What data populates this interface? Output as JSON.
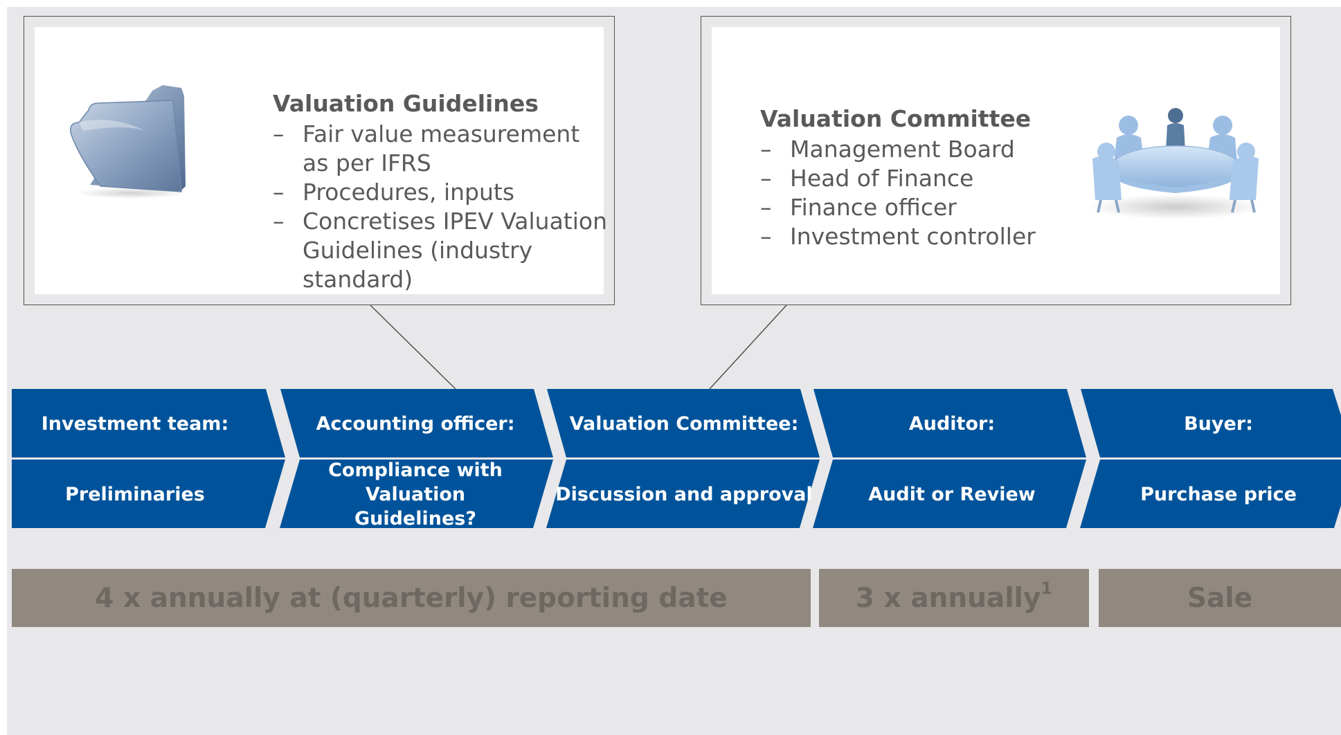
{
  "colors": {
    "step_blue": "#00539a",
    "bar_gray": "#918880",
    "bar_text": "#6e6862",
    "text_gray": "#595959"
  },
  "callouts": [
    {
      "title": "Valuation Guidelines",
      "icon": "folder-icon",
      "bullets": [
        "Fair value measurement as per IFRS",
        "Procedures, inputs",
        "Concretises IPEV Valuation Guidelines (industry standard)"
      ]
    },
    {
      "title": "Valuation Committee",
      "icon": "meeting-table-icon",
      "bullets": [
        "Management Board",
        "Head of Finance",
        "Finance officer",
        "Investment controller"
      ]
    }
  ],
  "steps": [
    {
      "role": "Investment team:",
      "task": "Preliminaries"
    },
    {
      "role": "Accounting officer:",
      "task": "Compliance with Valuation Guidelines?"
    },
    {
      "role": "Valuation Committee:",
      "task": "Discussion and approval"
    },
    {
      "role": "Auditor:",
      "task": "Audit or Review"
    },
    {
      "role": "Buyer:",
      "task": "Purchase price"
    }
  ],
  "frequency": {
    "quarterly": "4 x annually at (quarterly) reporting date",
    "annual": "3 x annually",
    "annual_footnote": "1",
    "sale": "Sale"
  }
}
